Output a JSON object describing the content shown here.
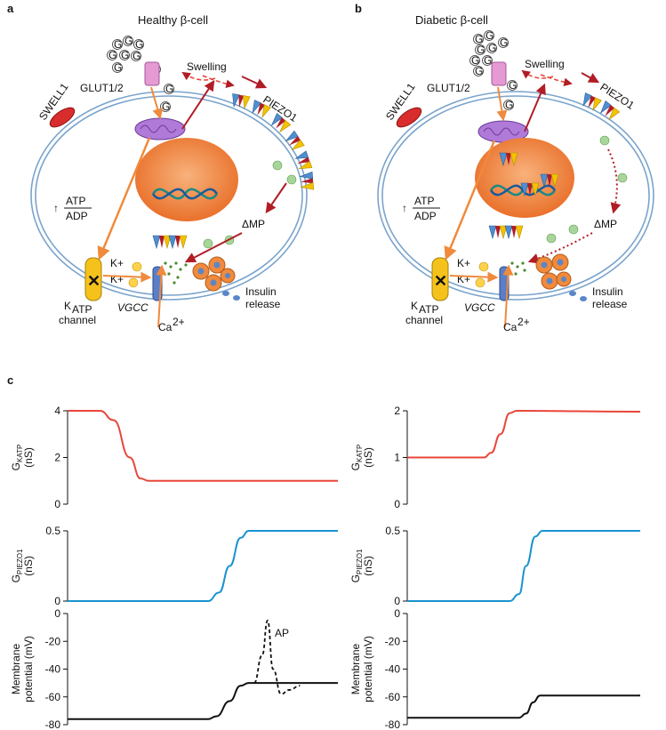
{
  "panels": {
    "a": {
      "letter": "a",
      "title": "Healthy β-cell"
    },
    "b": {
      "letter": "b",
      "title": "Diabetic β-cell"
    },
    "c": {
      "letter": "c"
    }
  },
  "diagram_labels": {
    "glucose": "G",
    "glut": "GLUT1/2",
    "swelling": "Swelling",
    "piezo": "PIEZO1",
    "swell1": "SWELL1",
    "atp": "ATP",
    "adp": "ADP",
    "up_arrow": "↑",
    "dmp": "ΔMP",
    "k_plus": "K+",
    "katp_k": "K",
    "katp_sub": "ATP",
    "channel": "channel",
    "vgcc": "VGCC",
    "ca": "Ca",
    "ca_sup": "2+",
    "insulin": "Insulin",
    "release": "release",
    "plus": "+"
  },
  "colors": {
    "gkatp": "#e8463a",
    "gpiezo": "#1a93cf",
    "vm": "#111111",
    "membrane": "#7aa4cc",
    "nucleus": "#f0894a",
    "piezo_blue": "#4f8fd0",
    "piezo_yellow": "#f3c200",
    "piezo_red": "#b01d26",
    "arrow_red": "#b01d26",
    "arrow_orange": "#f08a3c"
  },
  "chart_data": [
    {
      "type": "line",
      "panel": "healthy",
      "ylabel_main": "G",
      "ylabel_sub": "KATP",
      "ylabel_unit": "(nS)",
      "yticks": [
        "4",
        "2",
        "0"
      ],
      "ylim": [
        0,
        4
      ],
      "series": [
        {
          "x": [
            0,
            0.12,
            0.17,
            0.23,
            0.27,
            0.3,
            1
          ],
          "values": [
            4,
            4,
            3.6,
            2,
            1.1,
            1,
            1
          ]
        }
      ]
    },
    {
      "type": "line",
      "panel": "healthy",
      "ylabel_main": "G",
      "ylabel_sub": "PIEZO1",
      "ylabel_unit": "(nS)",
      "yticks": [
        "0.5",
        "0"
      ],
      "ylim": [
        0,
        0.5
      ],
      "series": [
        {
          "x": [
            0,
            0.52,
            0.56,
            0.6,
            0.64,
            0.67,
            1
          ],
          "values": [
            0,
            0,
            0.06,
            0.25,
            0.45,
            0.5,
            0.5
          ]
        }
      ]
    },
    {
      "type": "line",
      "panel": "healthy",
      "ylabel": "Membrane potential (mV)",
      "yticks": [
        "0",
        "-20",
        "-40",
        "-60",
        "-80"
      ],
      "ylim": [
        -80,
        0
      ],
      "series": [
        {
          "x": [
            0,
            0.52,
            0.55,
            0.6,
            0.64,
            0.67,
            1
          ],
          "values": [
            -76,
            -76,
            -74,
            -63,
            -52,
            -50,
            -50
          ]
        }
      ],
      "annotation": {
        "label": "AP",
        "x": [
          0.69,
          0.72,
          0.74,
          0.76,
          0.79,
          0.82,
          0.86
        ],
        "values": [
          -50,
          -30,
          -5,
          -40,
          -58,
          -55,
          -52
        ]
      }
    },
    {
      "type": "line",
      "panel": "diabetic",
      "ylabel_main": "G",
      "ylabel_sub": "KATP",
      "ylabel_unit": "(nS)",
      "yticks": [
        "2",
        "1",
        "0"
      ],
      "ylim": [
        0,
        2
      ],
      "series": [
        {
          "x": [
            0,
            0.33,
            0.36,
            0.4,
            0.44,
            0.47,
            1
          ],
          "values": [
            1,
            1,
            1.1,
            1.5,
            1.95,
            2,
            1.98
          ]
        }
      ]
    },
    {
      "type": "line",
      "panel": "diabetic",
      "ylabel_main": "G",
      "ylabel_sub": "PIEZO1",
      "ylabel_unit": "(nS)",
      "yticks": [
        "0.5",
        "0"
      ],
      "ylim": [
        0,
        0.5
      ],
      "series": [
        {
          "x": [
            0,
            0.44,
            0.48,
            0.51,
            0.55,
            0.58,
            1
          ],
          "values": [
            0,
            0,
            0.05,
            0.25,
            0.46,
            0.5,
            0.5
          ]
        }
      ]
    },
    {
      "type": "line",
      "panel": "diabetic",
      "ylabel": "Membrane potential (mV)",
      "yticks": [
        "0",
        "-20",
        "-40",
        "-60",
        "-80"
      ],
      "ylim": [
        -80,
        0
      ],
      "series": [
        {
          "x": [
            0,
            0.48,
            0.51,
            0.54,
            0.57,
            1
          ],
          "values": [
            -75,
            -75,
            -72,
            -64,
            -59,
            -59
          ]
        }
      ]
    }
  ]
}
